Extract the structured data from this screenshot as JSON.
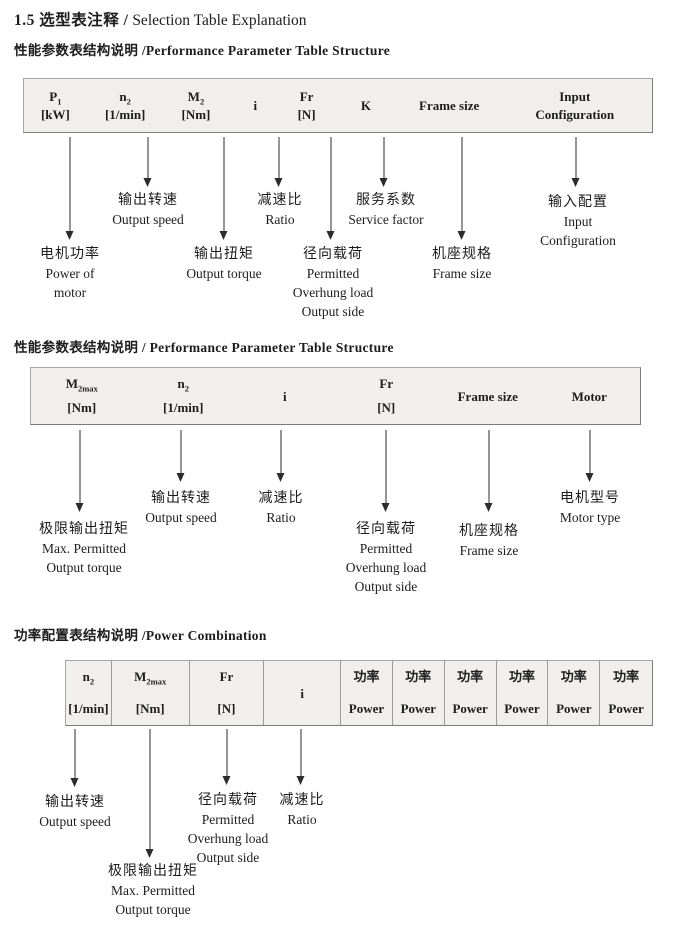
{
  "title": {
    "zh": "1.5 选型表注释 /",
    "en": " Selection Table Explanation"
  },
  "section1": {
    "heading": "性能参数表结构说明 /Performance Parameter Table Structure",
    "table": {
      "p1": {
        "sym": "P",
        "sub": "1",
        "unit": "[kW]"
      },
      "n2": {
        "sym": "n",
        "sub": "2",
        "unit": "[1/min]"
      },
      "m2": {
        "sym": "M",
        "sub": "2",
        "unit": "[Nm]"
      },
      "i": {
        "sym": "i"
      },
      "fr": {
        "sym": "Fr",
        "unit": "[N]"
      },
      "k": {
        "sym": "K"
      },
      "frame": {
        "sym": "Frame size"
      },
      "input": {
        "line1": "Input",
        "line2": "Configuration"
      }
    },
    "labels": {
      "output_speed": {
        "l1": "输出转速",
        "l2": "Output speed"
      },
      "ratio": {
        "l1": "减速比",
        "l2": "Ratio"
      },
      "service_factor": {
        "l1": "服务系数",
        "l2": "Service factor"
      },
      "input_config": {
        "l1": "输入配置",
        "l2": "Input",
        "l3": "Configuration"
      },
      "power_of_motor": {
        "l1": "电机功率",
        "l2": "Power of",
        "l3": "motor"
      },
      "output_torque": {
        "l1": "输出扭矩",
        "l2": "Output torque"
      },
      "overhung": {
        "l1": "径向载荷",
        "l2": "Permitted",
        "l3": "Overhung load",
        "l4": "Output side"
      },
      "frame_size": {
        "l1": "机座规格",
        "l2": "Frame size"
      }
    }
  },
  "section2": {
    "heading": "性能参数表结构说明 / Performance Parameter Table Structure",
    "table": {
      "m2max": {
        "sym": "M",
        "sub": "2max",
        "unit": "[Nm]"
      },
      "n2": {
        "sym": "n",
        "sub": "2",
        "unit": "[1/min]"
      },
      "i": {
        "sym": "i"
      },
      "fr": {
        "sym": "Fr",
        "unit": "[N]"
      },
      "frame": {
        "sym": "Frame size"
      },
      "motor": {
        "sym": "Motor"
      }
    },
    "labels": {
      "max_torque": {
        "l1": "极限输出扭矩",
        "l2": "Max. Permitted",
        "l3": "Output torque"
      },
      "output_speed": {
        "l1": "输出转速",
        "l2": "Output speed"
      },
      "ratio": {
        "l1": "减速比",
        "l2": "Ratio"
      },
      "overhung": {
        "l1": "径向载荷",
        "l2": "Permitted",
        "l3": "Overhung load",
        "l4": "Output side"
      },
      "frame_size": {
        "l1": "机座规格",
        "l2": "Frame size"
      },
      "motor_type": {
        "l1": "电机型号",
        "l2": "Motor type"
      }
    }
  },
  "section3": {
    "heading": "功率配置表结构说明 /Power Combination",
    "table": {
      "n2": {
        "sym": "n",
        "sub": "2",
        "unit": "[1/min]"
      },
      "m2max": {
        "sym": "M",
        "sub": "2max",
        "unit": "[Nm]"
      },
      "fr": {
        "sym": "Fr",
        "unit": "[N]"
      },
      "i": {
        "sym": "i"
      },
      "power": {
        "l1": "功率",
        "l2": "Power"
      }
    },
    "labels": {
      "output_speed": {
        "l1": "输出转速",
        "l2": "Output speed"
      },
      "max_torque": {
        "l1": "极限输出扭矩",
        "l2": "Max. Permitted",
        "l3": "Output torque"
      },
      "overhung": {
        "l1": "径向载荷",
        "l2": "Permitted",
        "l3": "Overhung load",
        "l4": "Output side"
      },
      "ratio": {
        "l1": "减速比",
        "l2": "Ratio"
      }
    }
  }
}
